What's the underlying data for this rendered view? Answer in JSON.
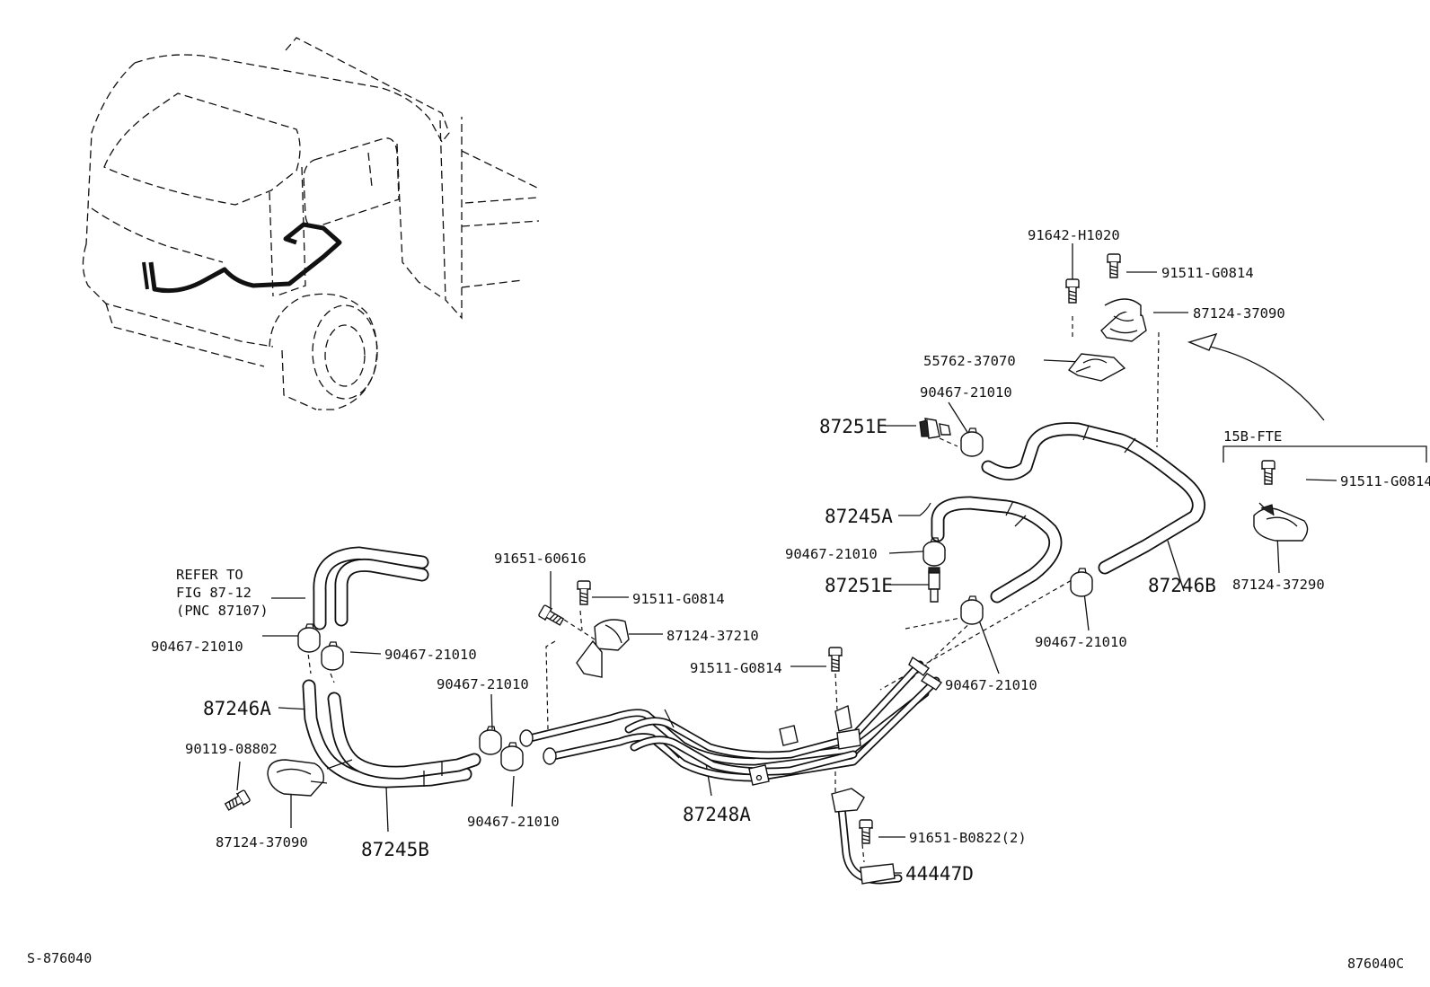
{
  "diagram": {
    "callouts": {
      "p91642_h1020": "91642-H1020",
      "p91511_g0814_top": "91511-G0814",
      "p87124_37090_top": "87124-37090",
      "p55762_37070": "55762-37070",
      "p90467_21010_a": "90467-21010",
      "p87251e_a": "87251E",
      "p87245a": "87245A",
      "p90467_21010_b": "90467-21010",
      "p87251e_b": "87251E",
      "p87246b": "87246B",
      "p90467_21010_c": "90467-21010",
      "p90467_21010_d": "90467-21010",
      "p15b_fte": "15B-FTE",
      "p91511_g0814_right": "91511-G0814",
      "p87124_37290": "87124-37290",
      "p91651_60616": "91651-60616",
      "p91511_g0814_mid": "91511-G0814",
      "p87124_37210": "87124-37210",
      "p91511_g0814_low": "91511-G0814",
      "refer_line1": "REFER TO",
      "refer_line2": "FIG 87-12",
      "refer_line3": "(PNC 87107)",
      "p90467_21010_e": "90467-21010",
      "p90467_21010_f": "90467-21010",
      "p90467_21010_g": "90467-21010",
      "p87246a": "87246A",
      "p90119_08802": "90119-08802",
      "p87124_37090_bottom": "87124-37090",
      "p87245b": "87245B",
      "p90467_21010_h": "90467-21010",
      "p87248a": "87248A",
      "p91651_b0822": "91651-B0822(2)",
      "p44447d": "44447D"
    },
    "corner_left": "S-876040",
    "corner_right": "876040C"
  }
}
